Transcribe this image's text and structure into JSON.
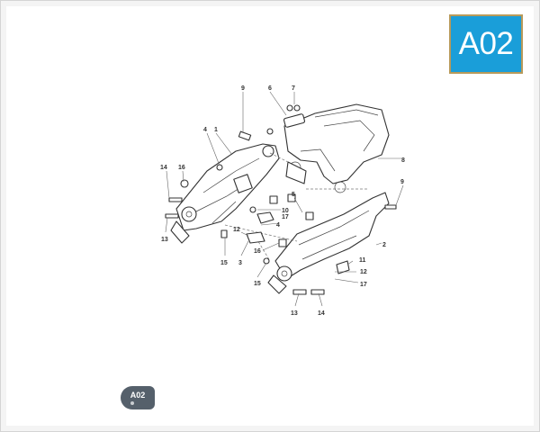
{
  "page_code": "A02",
  "footer_code": "A02",
  "callouts": [
    "9",
    "6",
    "7",
    "4",
    "1",
    "8",
    "14",
    "16",
    "5",
    "9",
    "10",
    "4",
    "17",
    "12",
    "13",
    "15",
    "3",
    "16",
    "2",
    "11",
    "12",
    "15",
    "17",
    "13",
    "14"
  ],
  "colors": {
    "badge_background": "#1a9ed9",
    "badge_border": "#b89a5a",
    "pill_background": "#55606b"
  }
}
